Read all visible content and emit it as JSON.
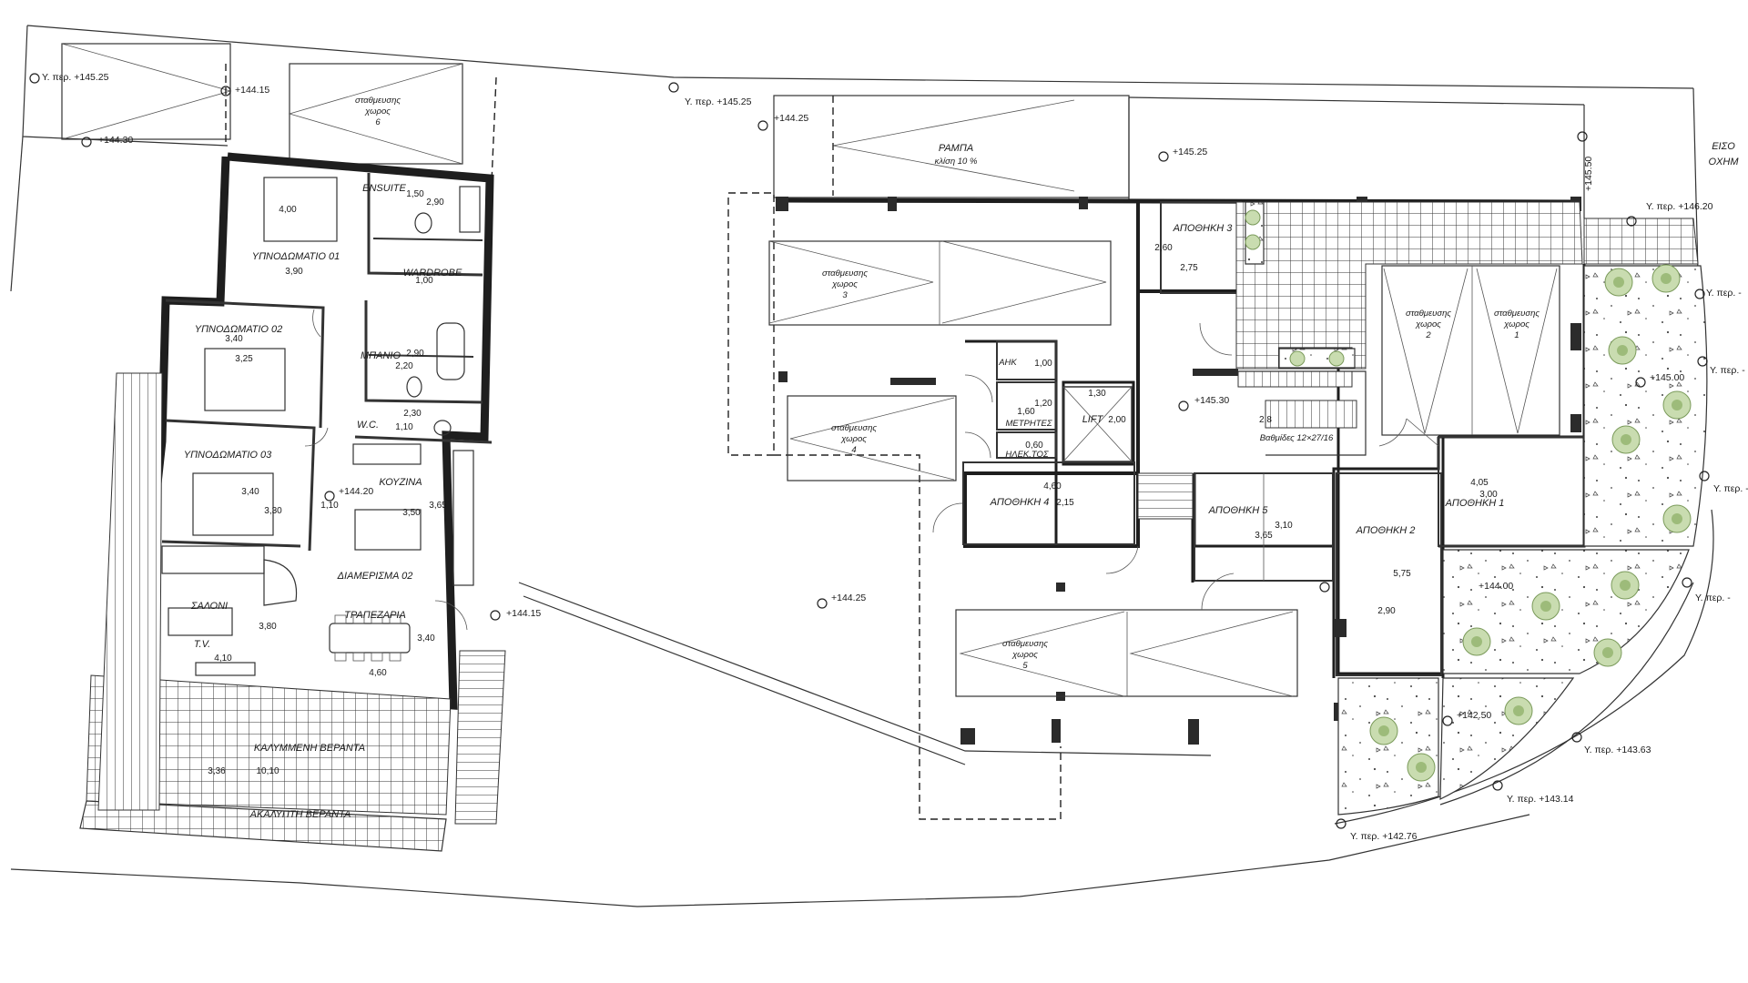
{
  "rooms": {
    "ensuite": "ENSUITE",
    "bed1": "ΥΠΝΟΔΩΜΑΤΙΟ 01",
    "wardrobe": "WARDROBE",
    "bed2": "ΥΠΝΟΔΩΜΑΤΙΟ 02",
    "bath": "ΜΠΑΝΙΟ",
    "wc": "W.C.",
    "bed3": "ΥΠΝΟΔΩΜΑΤΙΟ 03",
    "kitchen": "ΚΟΥΖΙΝΑ",
    "apartment": "ΔΙΑΜΕΡΙΣΜΑ 02",
    "living": "ΣΑΛΟΝΙ",
    "tv": "T.V.",
    "dining": "ΤΡΑΠΕΖΑΡΙΑ",
    "covered_veranda": "ΚΑΛΥΜΜΕΝΗ ΒΕΡΑΝΤΑ",
    "open_veranda": "ΑΚΑΛΥΠΤΗ ΒΕΡΑΝΤΑ",
    "ramp": "ΡΑΜΠΑ",
    "ramp_slope": "κλίση 10 %",
    "storage1": "ΑΠΟΘΗΚΗ 1",
    "storage2": "ΑΠΟΘΗΚΗ 2",
    "storage3": "ΑΠΟΘΗΚΗ 3",
    "storage4": "ΑΠΟΘΗΚΗ 4",
    "storage5": "ΑΠΟΘΗΚΗ 5",
    "ahk": "ΑΗΚ",
    "meters": "ΜΕΤΡΗΤΕΣ",
    "electric": "ΗΛΕΚ.ΤΟΣ",
    "lift": "LIFT",
    "entrance_1": "ΕΙΣΟ",
    "entrance_2": "ΟΧΗΜ"
  },
  "parking": {
    "line1": "σταθμευσης",
    "line2": "χωρος",
    "p1": "1",
    "p2": "2",
    "p3": "3",
    "p4": "4",
    "p5": "5",
    "p6": "6"
  },
  "dims": {
    "ens_w": "4,00",
    "ens_h": "3,90",
    "ens_a": "1,50",
    "ens_b": "2,90",
    "ward": "1,00",
    "b2_w": "3,40",
    "b2_h": "3,25",
    "bath_a": "2,90",
    "bath_b": "2,20",
    "wc_a": "2,30",
    "wc_b": "1,10",
    "b3_w": "3,40",
    "b3_h": "3,30",
    "k_a": "1,10",
    "k_b": "3,50",
    "k_c": "3,65",
    "living_h": "3,80",
    "living_w": "4,10",
    "dining_w": "4,60",
    "dining_h": "3,40",
    "ver_a": "3,36",
    "ver_b": "10,10",
    "st3_a": "2,60",
    "st3_b": "2,75",
    "ahk": "1,00",
    "met_a": "1,20",
    "met_b": "1,60",
    "el": "0,60",
    "lift_a": "1,30",
    "lift_b": "2,00",
    "st4_a": "4,60",
    "st4_b": "2,15",
    "st5_a": "3,10",
    "st5_b": "3,65",
    "st2_a": "5,75",
    "st2_b": "2,90",
    "st1_a": "4,05",
    "st1_b": "3,00",
    "stair": "2,8"
  },
  "elevations": {
    "e1": "Υ. περ. +145.25",
    "e2": "+144.15",
    "e3": "+144.30",
    "e4": "Υ. περ. +145.25",
    "e5": "+144.25",
    "e6": "+145.25",
    "e7": "+145.50",
    "e8": "Υ. περ. +146.20",
    "e9": "+145.30",
    "e10": "+145.00",
    "e11": "+144.20",
    "e12": "+144.15",
    "e13": "+144.25",
    "e14": "+144.00",
    "e15": "+142.50",
    "e16": "Υ. περ. +143.63",
    "e17": "Υ. περ. +143.14",
    "e18": "Υ. περ. +142.76",
    "e19": "Υ. περ. -",
    "e20": "Υ. περ. -",
    "e21": "Υ. περ. -",
    "e22": "Υ. περ. -"
  },
  "stair_note": "Βαθμίδες 12×27/16"
}
